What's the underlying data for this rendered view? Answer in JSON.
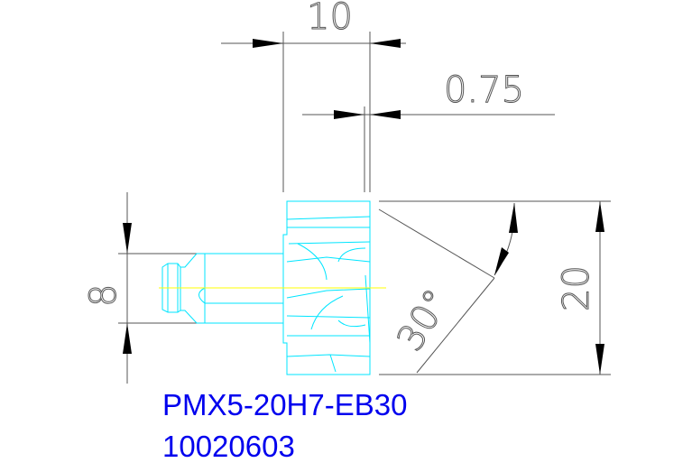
{
  "dimensions": {
    "width": "10",
    "offset": "0.75",
    "shank_diameter": "8",
    "head_diameter": "20",
    "angle": "30°"
  },
  "part": {
    "code": "PMX5-20H7-EB30",
    "number": "10020603"
  },
  "colors": {
    "geometry": "#00e5ff",
    "centerline": "#ffff00",
    "label": "#0000ee"
  }
}
